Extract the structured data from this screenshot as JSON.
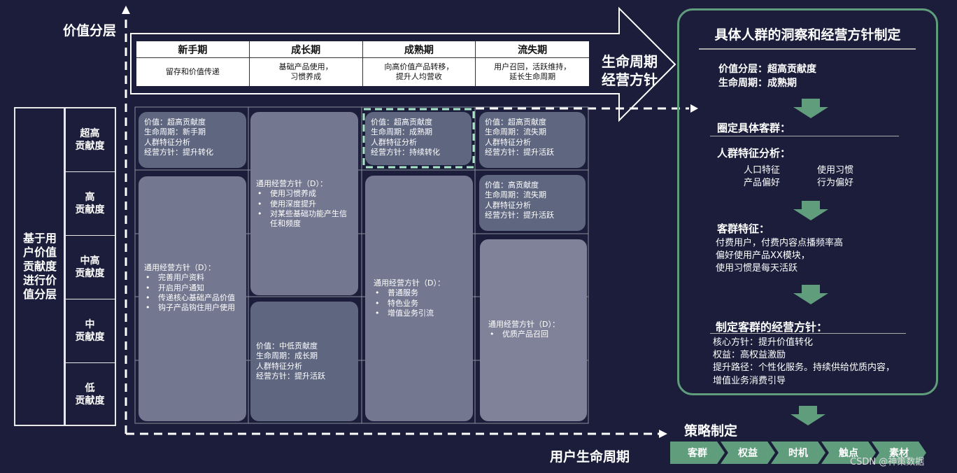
{
  "axes": {
    "value_tier": "价值分层",
    "lifecycle_ops": "生命周期\n经营方针",
    "user_lifecycle": "用户生命周期",
    "strategy": "策略制定"
  },
  "stages": [
    {
      "name": "新手期",
      "desc": "留存和价值传递"
    },
    {
      "name": "成长期",
      "desc": "基础产品使用，\n习惯养成"
    },
    {
      "name": "成熟期",
      "desc": "向高价值产品转移，\n提升人均营收"
    },
    {
      "name": "流失期",
      "desc": "用户召回，活跃维持，\n延长生命周期"
    }
  ],
  "left_title": "基于用户价值贡献度进行价值分层",
  "tiers": [
    "超高\n贡献度",
    "高\n贡献度",
    "中高\n贡献度",
    "中\n贡献度",
    "低\n贡献度"
  ],
  "cards": {
    "c1": "价值：超高贡献度\n生命周期：新手期\n人群特征分析\n经营方针：提升转化",
    "c2_title": "通用经营方针（D）：",
    "c2_items": [
      "完善用户资料",
      "开启用户通知",
      "传递核心基础产品价值",
      "钩子产品钩住用户使用"
    ],
    "c3_title": "通用经营方针（D）：",
    "c3_items": [
      "使用习惯养成",
      "使用深度提升",
      "对某些基础功能产生信任和频度"
    ],
    "c4": "价值：中低贡献度\n生命周期：成长期\n人群特征分析\n经营方针：提升活跃",
    "c5": "价值：超高贡献度\n生命周期：成熟期\n人群特征分析\n经营方针：持续转化",
    "c6_title": "通用经营方针（D）：",
    "c6_items": [
      "普通服务",
      "特色业务",
      "增值业务引流"
    ],
    "c7": "价值：超高贡献度\n生命周期：流失期\n人群特征分析\n经营方针：提升活跃",
    "c8": "价值：高贡献度\n生命周期：流失期\n人群特征分析\n经营方针：提升活跃",
    "c9_title": "通用经营方针（D）：",
    "c9_items": [
      "优质产品召回"
    ]
  },
  "panel": {
    "title": "具体人群的洞察和经营方针制定",
    "intro": "价值分层：超高贡献度\n生命周期：成熟期",
    "h1": "圈定具体客群：",
    "h2": "人群特征分析：",
    "feat_left": "人口特征\n产品偏好",
    "feat_right": "使用习惯\n行为偏好",
    "h3": "客群特征：",
    "group_text": "付费用户，付费内容点播频率高\n偏好使用产品XX模块，\n使用习惯是每天活跃",
    "h4": "制定客群的经营方针：",
    "policy_text": "核心方针：提升价值转化\n权益：高权益激励\n提升路径：个性化服务。持续供给优质内容，\n增值业务消费引导"
  },
  "chevrons": [
    "客群",
    "权益",
    "时机",
    "触点",
    "素材"
  ],
  "watermark": "CSDN @神策数据",
  "colors": {
    "accent_green": "#5f9d7c",
    "background": "#1b1d3a"
  }
}
